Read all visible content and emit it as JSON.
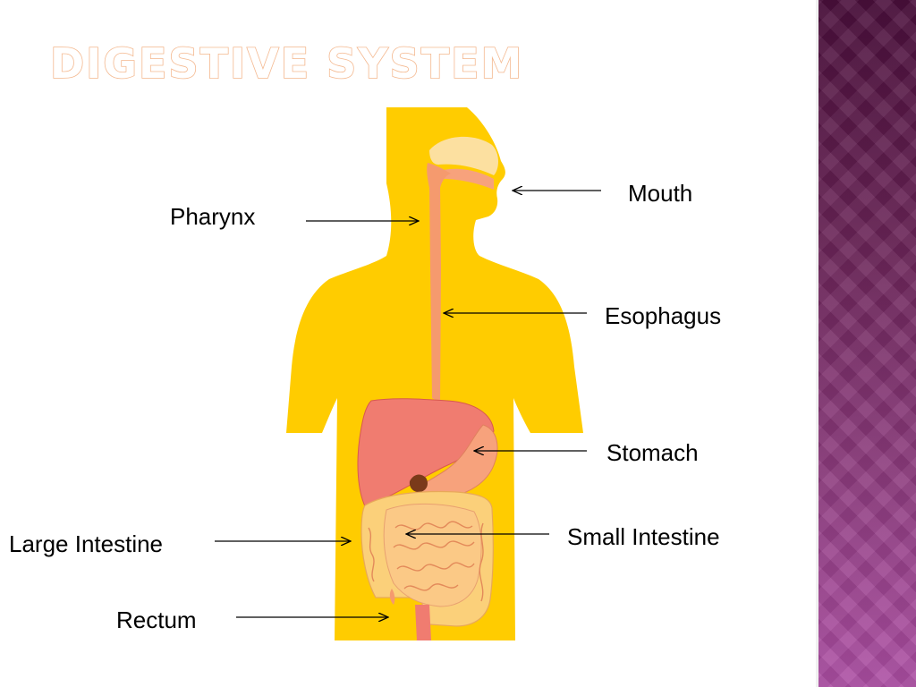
{
  "title": "Digestive System",
  "labels": {
    "mouth": "Mouth",
    "pharynx": "Pharynx",
    "esophagus": "Esophagus",
    "stomach": "Stomach",
    "small_intestine": "Small Intestine",
    "large_intestine": "Large Intestine",
    "rectum": "Rectum"
  },
  "colors": {
    "body": "#ffcc00",
    "liver": "#f07c70",
    "stomach": "#f7a27c",
    "esophagus": "#f59a6e",
    "small_intestine": "#fbc986",
    "large_intestine": "#fbd07a",
    "title_outline": "#f3b48a",
    "side_band": "#7a2a6a"
  }
}
